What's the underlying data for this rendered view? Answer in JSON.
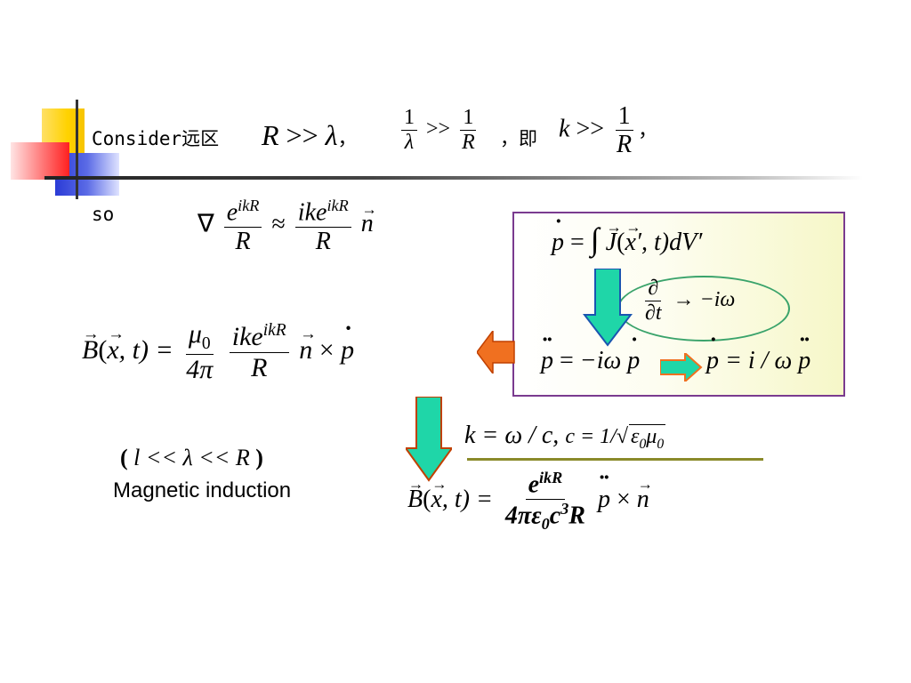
{
  "line1": {
    "consider": "Consider远区",
    "R": "R",
    "gg": ">>",
    "lambda": "λ",
    "comma_cn": "，",
    "one": "1",
    "ji": "，即",
    "k": "k"
  },
  "line2": {
    "so": "so",
    "nabla": "∇",
    "e": "e",
    "ikR": "ikR",
    "ike": "ike",
    "approx": "≈",
    "n": "n"
  },
  "box": {
    "p": "p",
    "eq": "=",
    "integral": "∫",
    "J": "J",
    "x_prime": "x′",
    "t_rest": ", t)dV′",
    "partial": "∂",
    "partial_t": "∂t",
    "arrow_to": "→",
    "minus_i_omega": "−iω",
    "i_over_omega": "= i / ω"
  },
  "bfield": {
    "B": "B",
    "x": "x",
    "t_paren": ", t) =",
    "mu0": "μ",
    "zero": "0",
    "four_pi": "4π",
    "times": "×"
  },
  "condition": {
    "open": "(",
    "text": "l << λ << R",
    "close": ")",
    "caption": "Magnetic induction"
  },
  "final": {
    "k_relation": "k = ω / c,",
    "c_relation": "c = 1/",
    "eps": "ε",
    "mu": "μ",
    "four_pi_eps": "4πε",
    "c3R": "c",
    "three": "3"
  },
  "colors": {
    "box_border": "#7a3b8f",
    "ellipse": "#3aa36b",
    "green_arrow": "#1fd6a8",
    "orange_arrow": "#f07020"
  }
}
